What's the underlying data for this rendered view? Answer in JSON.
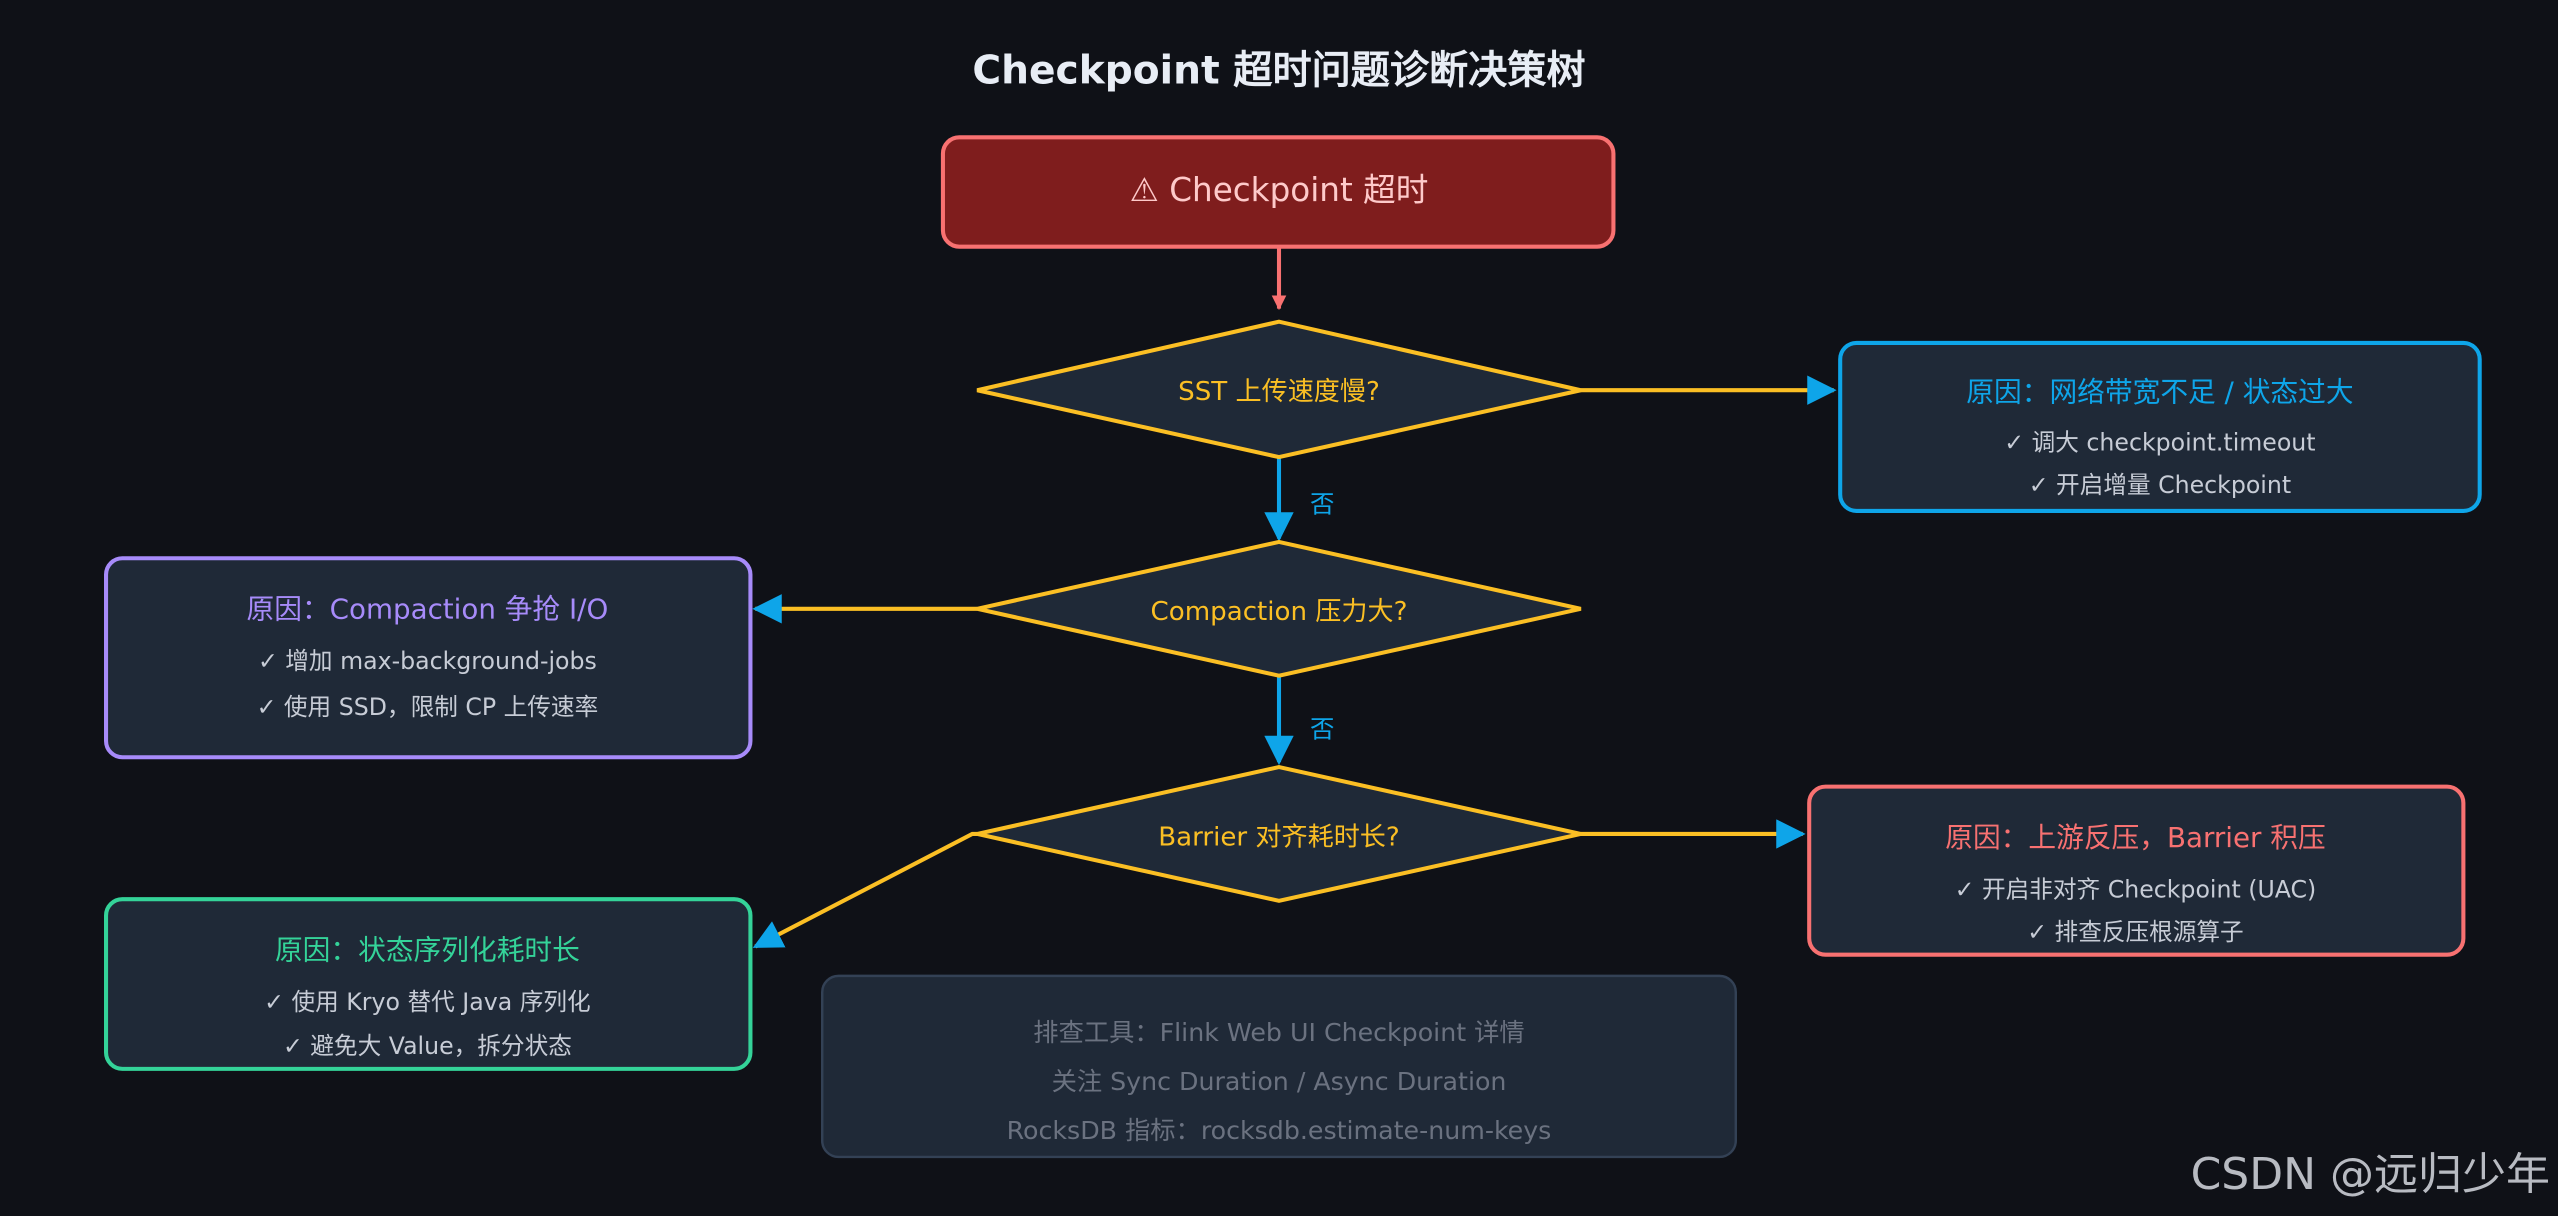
{
  "title": "Checkpoint 超时问题诊断决策树",
  "start": "⚠ Checkpoint 超时",
  "decisions": {
    "sst": "SST 上传速度慢?",
    "compaction": "Compaction 压力大?",
    "barrier": "Barrier 对齐耗时长?"
  },
  "edge_labels": {
    "no1": "否",
    "no2": "否"
  },
  "causes": {
    "network": {
      "title": "原因：网络带宽不足 / 状态过大",
      "items": [
        "✓ 调大 checkpoint.timeout",
        "✓ 开启增量 Checkpoint"
      ]
    },
    "compaction": {
      "title": "原因：Compaction 争抢 I/O",
      "items": [
        "✓ 增加 max-background-jobs",
        "✓ 使用 SSD，限制 CP 上传速率"
      ]
    },
    "backpressure": {
      "title": "原因：上游反压，Barrier 积压",
      "items": [
        "✓ 开启非对齐 Checkpoint (UAC)",
        "✓ 排查反压根源算子"
      ]
    },
    "serialization": {
      "title": "原因：状态序列化耗时长",
      "items": [
        "✓ 使用 Kryo 替代 Java 序列化",
        "✓ 避免大 Value，拆分状态"
      ]
    }
  },
  "tools": {
    "lines": [
      "排查工具：Flink Web UI Checkpoint 详情",
      "关注 Sync Duration / Async Duration",
      "RocksDB 指标：rocksdb.estimate-num-keys"
    ]
  },
  "watermark": "CSDN @远归少年",
  "colors": {
    "background": "#0f1117",
    "decision": "#fbbf24",
    "start_fill": "#7f1d1d",
    "start_stroke": "#f87171",
    "blue": "#0ea5e9",
    "purple": "#a78bfa",
    "green": "#34d399",
    "red": "#f87171",
    "panel": "#1f2937"
  }
}
